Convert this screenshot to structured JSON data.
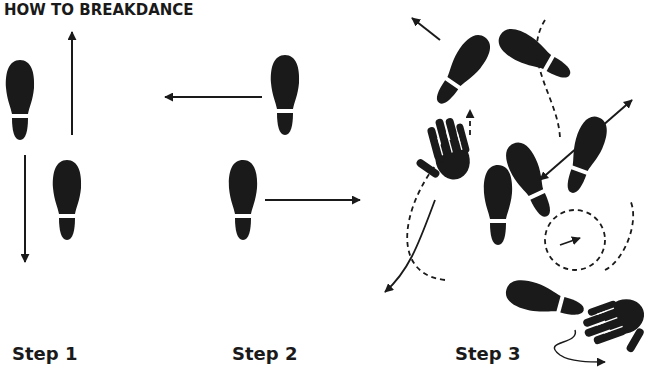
{
  "diagram": {
    "title": "HOW TO BREAKDANCE",
    "labels": [
      "Step 1",
      "Step 2",
      "Step 3"
    ]
  }
}
